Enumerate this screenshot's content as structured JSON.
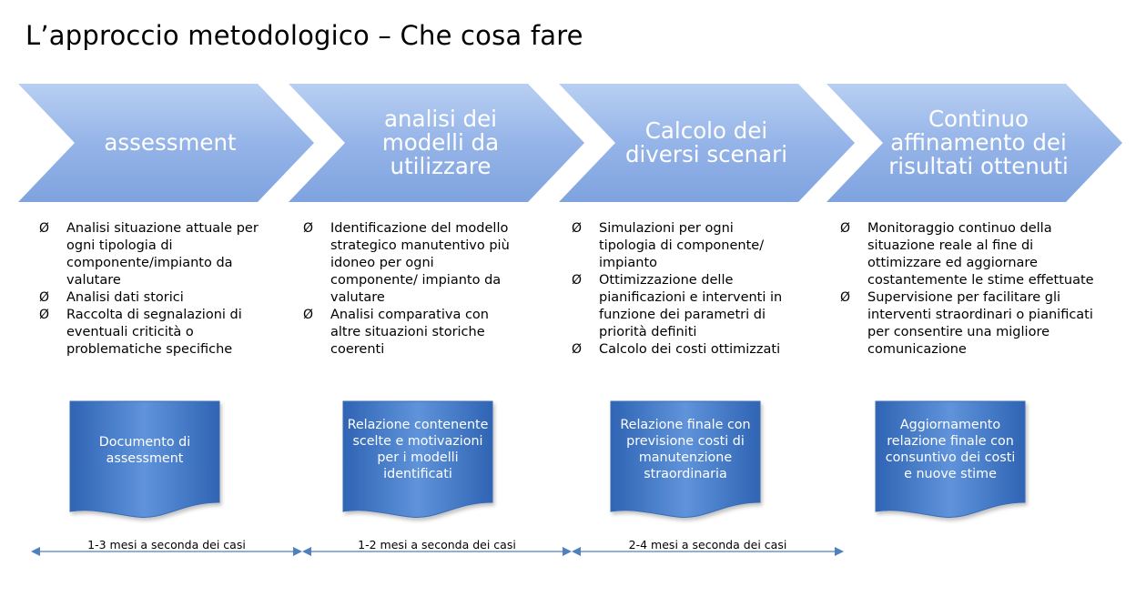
{
  "title": "L’approccio metodologico – Che cosa fare",
  "steps": [
    {
      "label": "assessment",
      "bullets": [
        "Analisi situazione attuale per ogni tipologia di componente/impianto da valutare",
        "Analisi dati storici",
        "Raccolta di segnalazioni di eventuali criticità o problematiche specifiche"
      ],
      "deliverable": "Documento di assessment"
    },
    {
      "label": "analisi dei modelli da utilizzare",
      "bullets": [
        "Identificazione del modello strategico manutentivo più idoneo per ogni componente/ impianto da valutare",
        "Analisi comparativa con altre situazioni storiche coerenti"
      ],
      "deliverable": "Relazione contenente scelte e motivazioni per i modelli identificati"
    },
    {
      "label": "Calcolo dei diversi scenari",
      "bullets": [
        "Simulazioni per ogni tipologia di componente/ impianto",
        "Ottimizzazione delle pianificazioni  e interventi in funzione dei parametri di priorità definiti",
        "Calcolo dei costi ottimizzati"
      ],
      "deliverable": "Relazione finale con previsione costi di manutenzione straordinaria"
    },
    {
      "label": "Continuo affinamento dei risultati ottenuti",
      "bullets": [
        "Monitoraggio continuo della situazione reale al fine di ottimizzare ed aggiornare costantemente le stime effettuate",
        "Supervisione per facilitare gli interventi straordinari o pianificati per consentire una migliore comunicazione"
      ],
      "deliverable": "Aggiornamento relazione finale con consuntivo dei costi e nuove stime"
    }
  ],
  "durations": [
    "1-3 mesi a seconda dei casi",
    "1-2 mesi a seconda dei casi",
    "2-4 mesi a seconda dei casi"
  ],
  "colors": {
    "chevron_light": "#a9c3ec",
    "chevron_dark": "#7fa4e0",
    "doc_light": "#5b8ed6",
    "doc_dark": "#2f64b4",
    "arrow": "#4f81bd"
  }
}
